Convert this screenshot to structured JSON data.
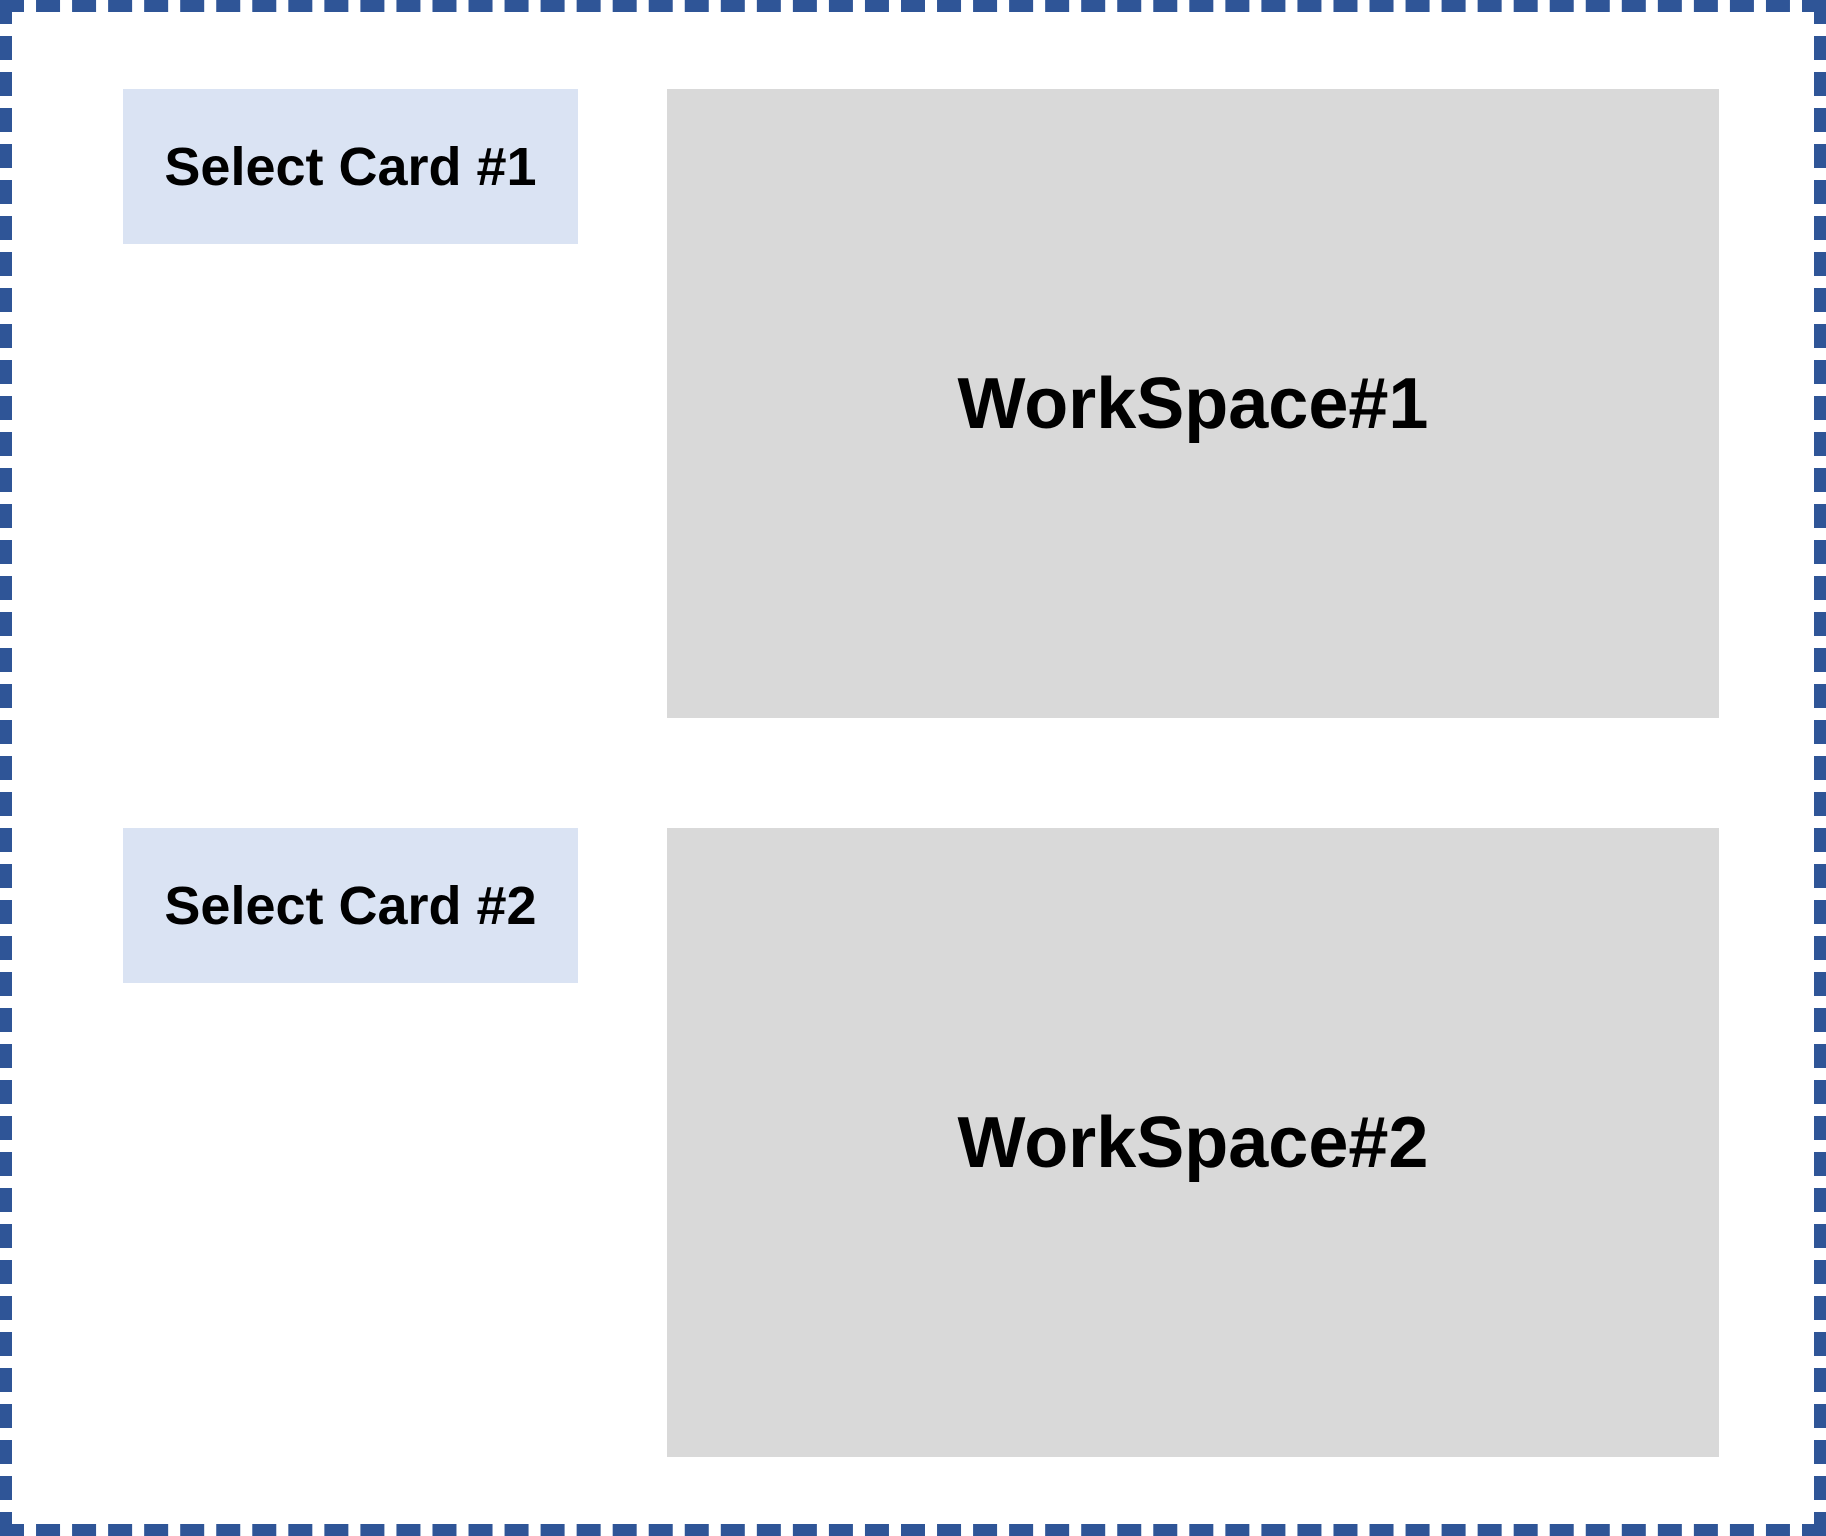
{
  "colors": {
    "frame_border": "#2f5597",
    "select_card_bg": "#dae3f3",
    "workspace_bg": "#d9d9d9",
    "text": "#000000"
  },
  "cards": [
    {
      "label": "Select Card #1"
    },
    {
      "label": "Select Card #2"
    }
  ],
  "workspaces": [
    {
      "label": "WorkSpace#1"
    },
    {
      "label": "WorkSpace#2"
    }
  ]
}
